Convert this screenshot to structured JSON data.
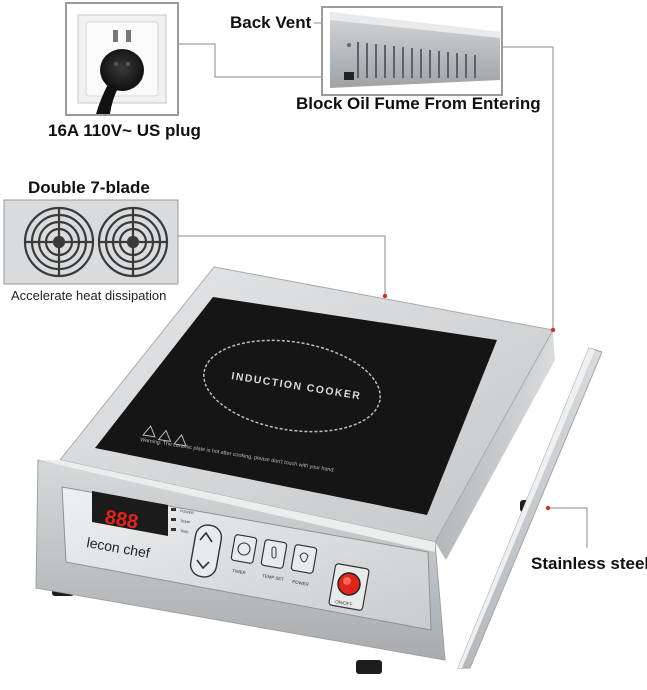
{
  "callouts": {
    "plug_label": "16A 110V~ US plug",
    "back_vent_label": "Back Vent",
    "oil_fume_label": "Block Oil Fume From Entering",
    "fan_title": "Double 7-blade",
    "fan_caption": "Accelerate heat dissipation",
    "steel_label": "Stainless steel"
  },
  "product": {
    "glass_text": "INDUCTION COOKER",
    "warning_text": "Warning: The ceramic plate is hot after cooking, please don't touch with your hand.",
    "brand": "lecon chef",
    "display": "888",
    "indicators": [
      "POWER",
      "TEMP",
      "TIME"
    ],
    "buttons": [
      "TIMER",
      "TEMP SET",
      "POWER"
    ],
    "switch_label": "ON/OFF"
  },
  "colors": {
    "steel": "#cfd1d3",
    "glass": "#151515",
    "display_red": "#e2231a",
    "leader_line": "#8a8a8a",
    "dot": "#c0392b"
  }
}
